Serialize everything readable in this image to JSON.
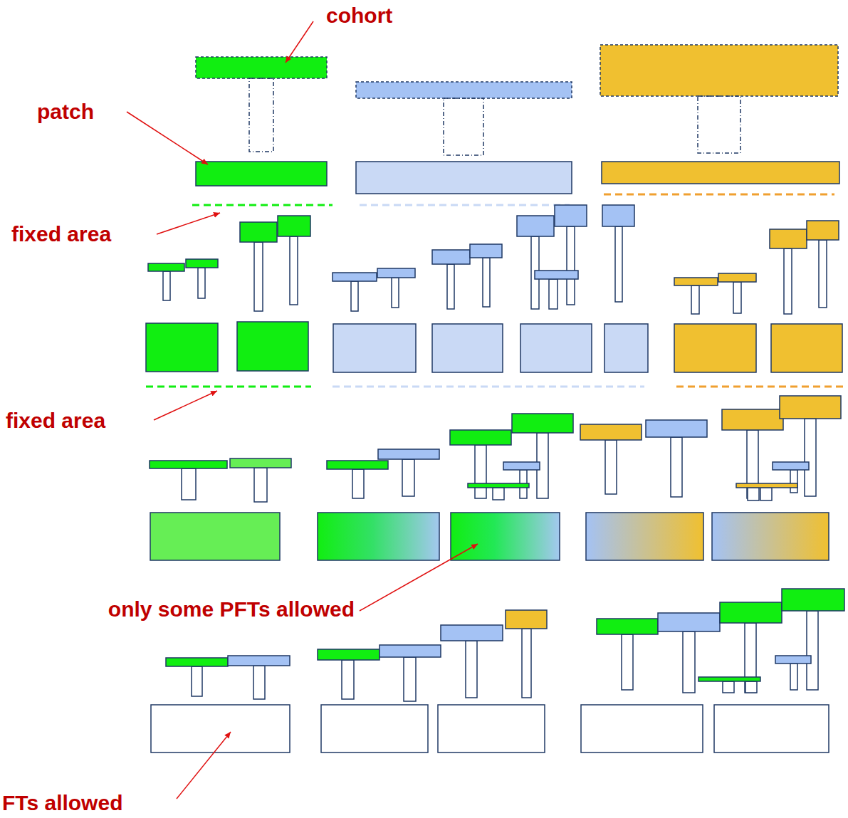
{
  "diagram": {
    "labels": [
      "cohort",
      "patch",
      "fixed area",
      "fixed area",
      "only some PFTs allowed",
      "FTs allowed"
    ]
  }
}
